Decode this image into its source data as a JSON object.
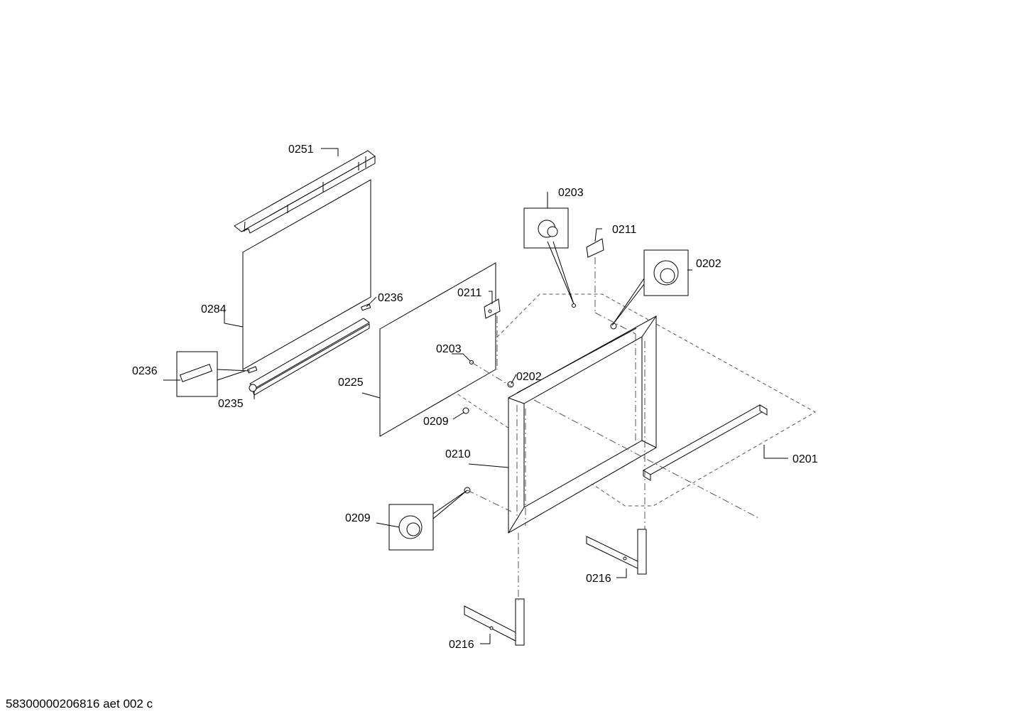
{
  "labels": {
    "l0251": "0251",
    "l0284": "0284",
    "l0236a": "0236",
    "l0236b": "0236",
    "l0235": "0235",
    "l0225": "0225",
    "l0211a": "0211",
    "l0203a": "0203",
    "l0202a": "0202",
    "l0209a": "0209",
    "l0210": "0210",
    "l0203b": "0203",
    "l0211b": "0211",
    "l0202b": "0202",
    "l0201": "0201",
    "l0209b": "0209",
    "l0216a": "0216",
    "l0216b": "0216"
  },
  "footer": "58300000206816 aet 002 c"
}
